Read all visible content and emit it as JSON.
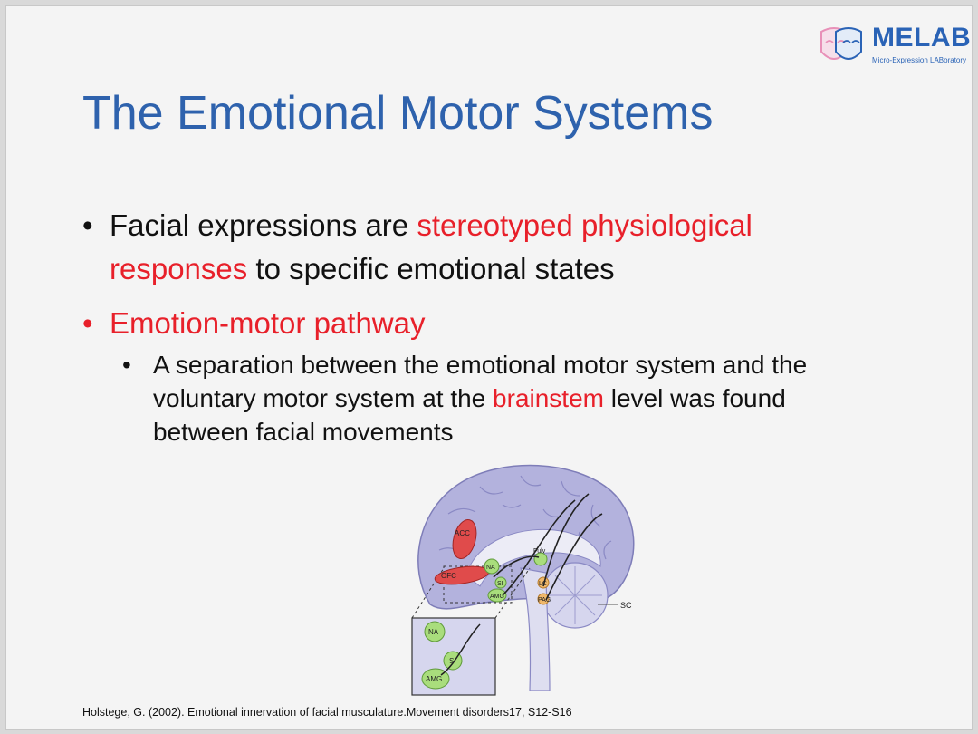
{
  "logo": {
    "name": "MELAB",
    "subtitle": "Micro-Expression LABoratory"
  },
  "title": "The Emotional Motor Systems",
  "bullets": [
    {
      "before": "Facial expressions are ",
      "highlight": "stereotyped physiological responses",
      "after": " to specific emotional states"
    },
    {
      "text": "Emotion-motor pathway"
    },
    {
      "before": "A separation between the emotional motor system and the voluntary motor system at the ",
      "highlight": "brainstem",
      "after": " level was found between facial movements"
    }
  ],
  "figure": {
    "labels": {
      "acc": "ACC",
      "ofc": "OFC",
      "na": "NA",
      "si": "SI",
      "amg": "AMG",
      "fulv": "Fulv",
      "lc": "LC",
      "pag": "PAG",
      "sc": "SC",
      "inset_na": "NA",
      "inset_si": "SI",
      "inset_amg": "AMG"
    },
    "colors": {
      "cortex": "#b3b2dd",
      "red_region": "#e04b4b",
      "green_region": "#a9dd7c",
      "orange_region": "#f0b86a"
    }
  },
  "citation": "Holstege, G. (2002). Emotional innervation of facial musculature.Movement disorders17, S12-S16"
}
